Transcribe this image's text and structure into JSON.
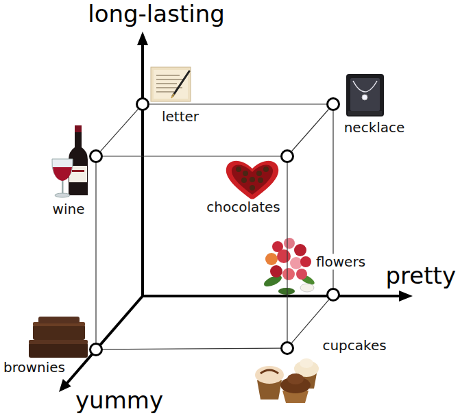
{
  "diagram": {
    "nodes": [
      {
        "text": [
          "letter"
        ]
      },
      {
        "text": [
          "necklace"
        ]
      },
      {
        "text": [
          "wine"
        ]
      },
      {
        "text": [
          "chocolates"
        ]
      },
      {
        "text": [
          "flowers"
        ]
      },
      {
        "text": [
          "brownies"
        ]
      },
      {
        "text": [
          "cupcakes"
        ]
      }
    ],
    "edges": [
      {
        "from": 0,
        "to": 1,
        "arrow": "none"
      },
      {
        "from": 0,
        "to": 2,
        "arrow": "none"
      },
      {
        "from": 1,
        "to": 3,
        "arrow": "none"
      },
      {
        "from": 2,
        "to": 3,
        "arrow": "none"
      },
      {
        "from": 1,
        "to": 4,
        "arrow": "none"
      },
      {
        "from": 2,
        "to": 5,
        "arrow": "none"
      },
      {
        "from": 3,
        "to": 6,
        "arrow": "none"
      },
      {
        "from": 4,
        "to": 6,
        "arrow": "none"
      },
      {
        "from": 5,
        "to": 6,
        "arrow": "none"
      }
    ],
    "labels": [
      "long-lasting",
      "pretty",
      "yummy"
    ]
  }
}
